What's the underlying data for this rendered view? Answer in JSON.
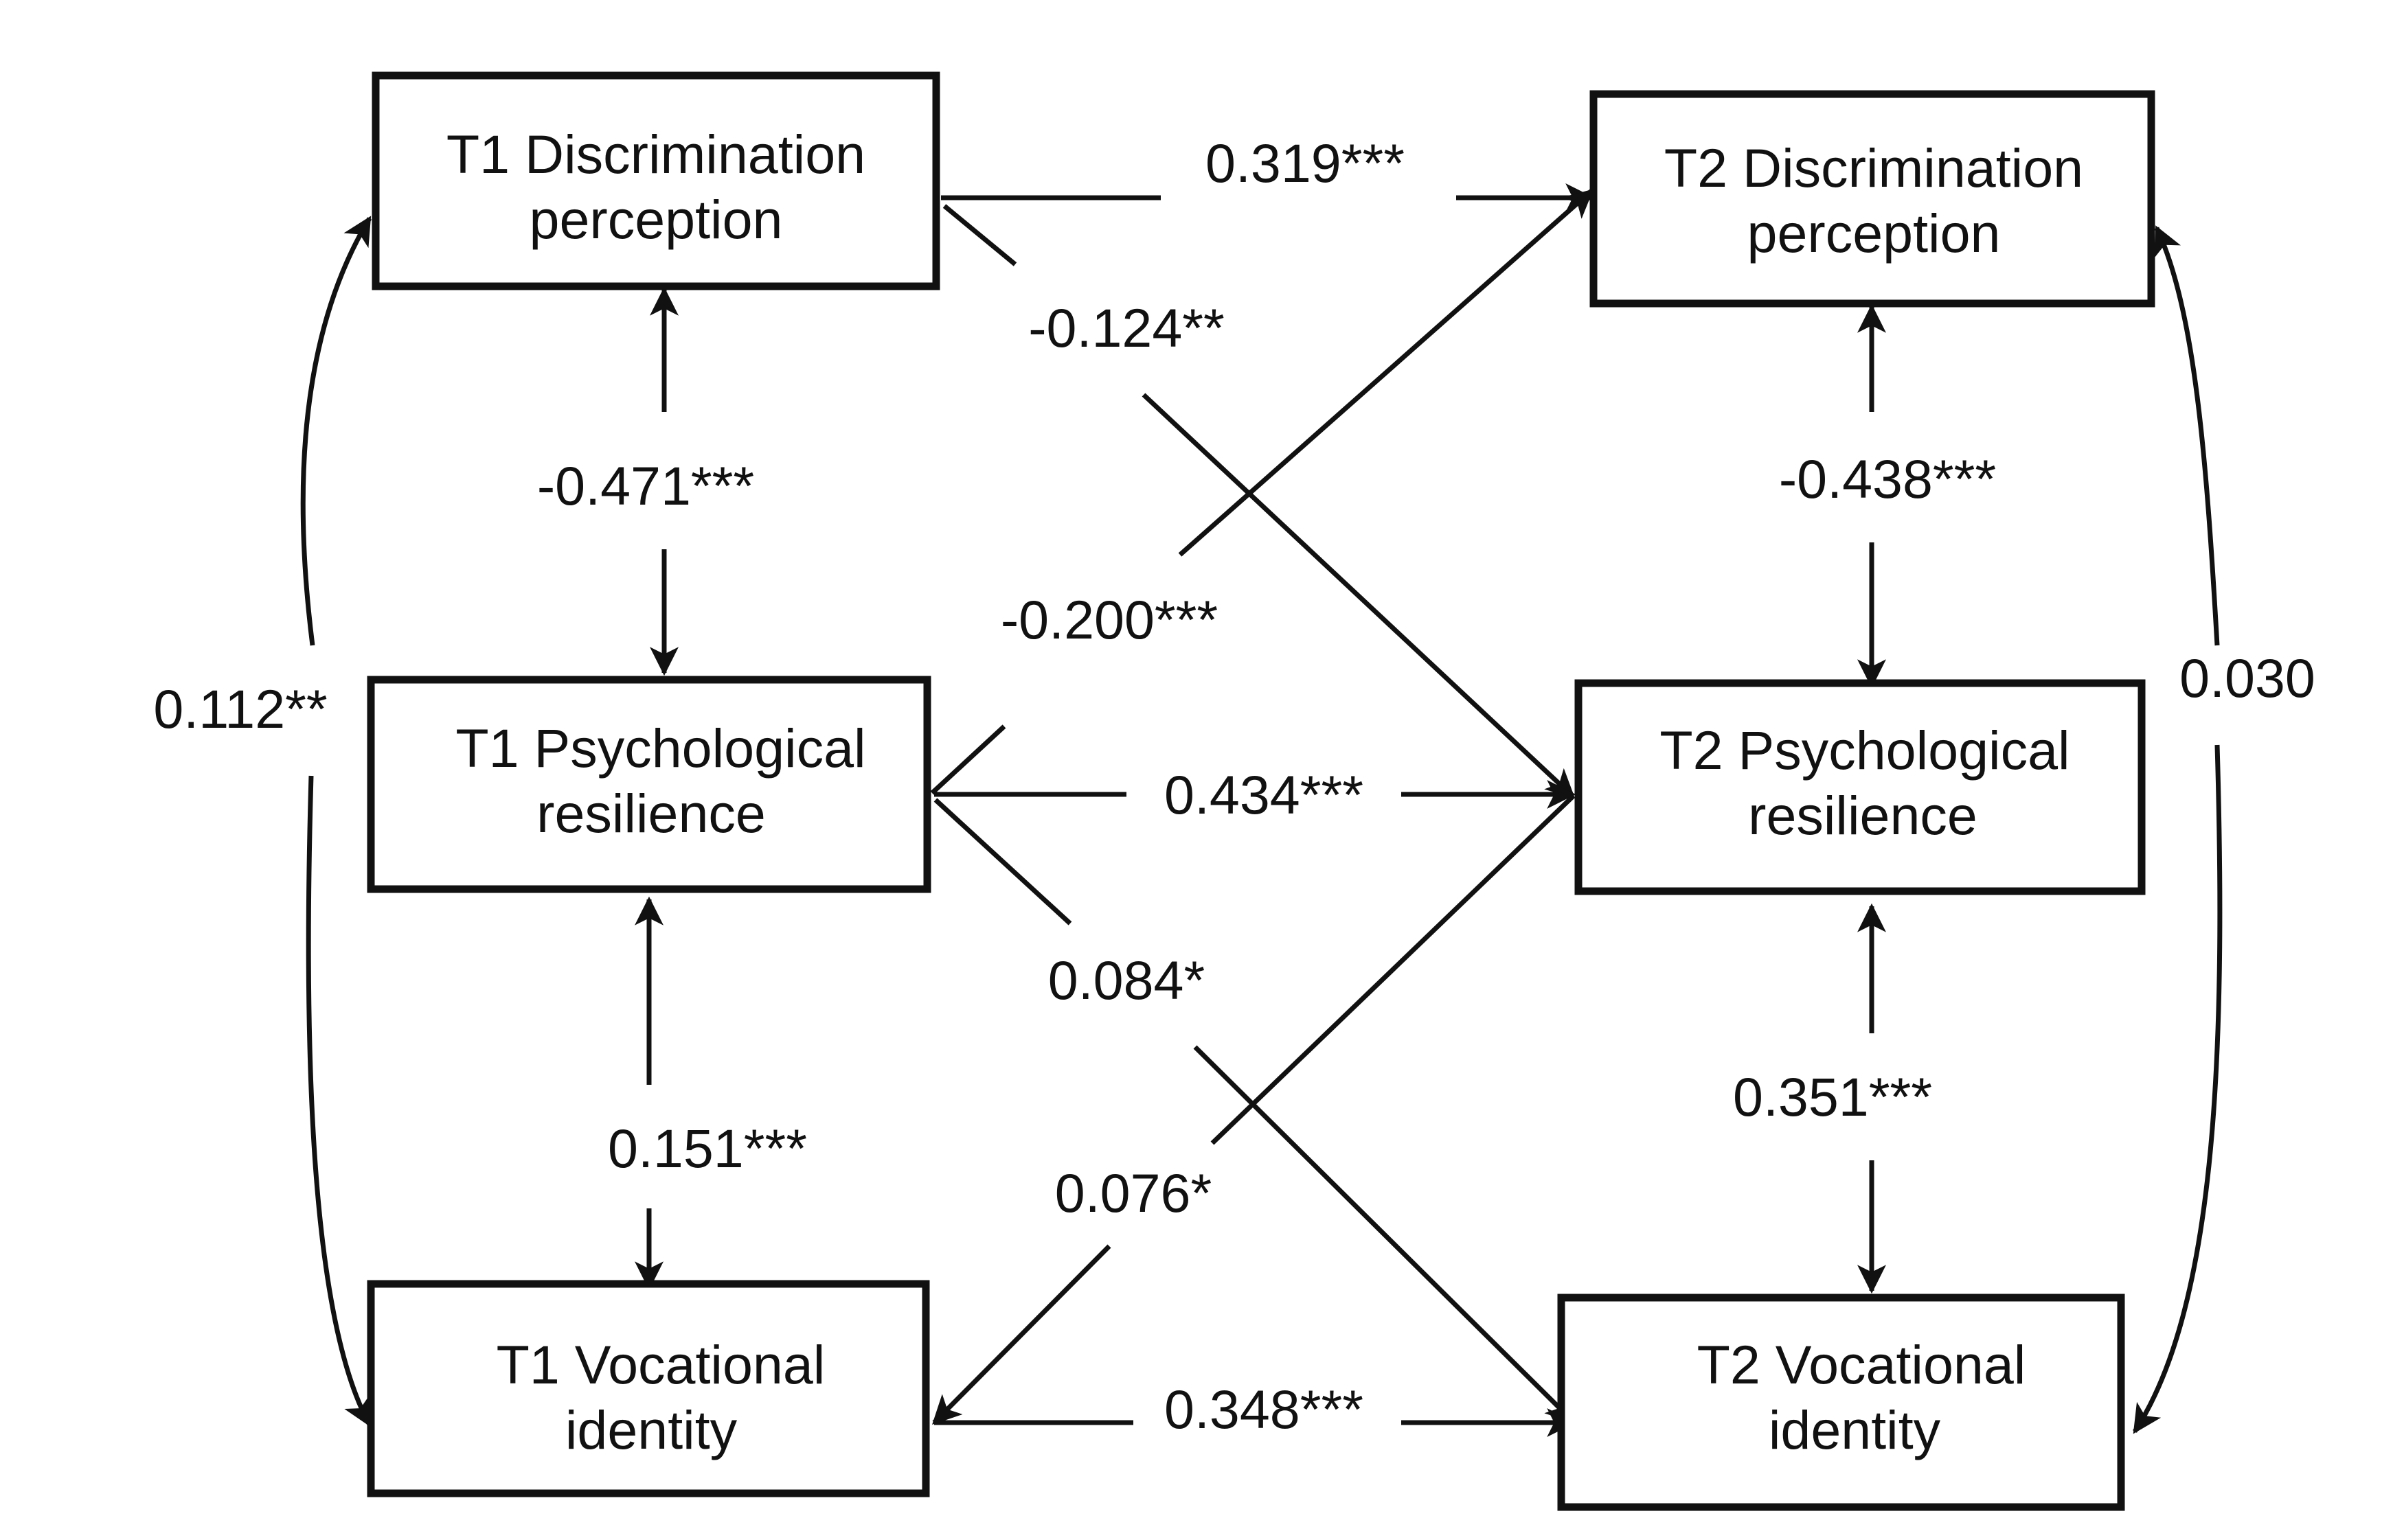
{
  "nodes": {
    "t1_discrimination": {
      "line1": "T1 Discrimination",
      "line2": "perception"
    },
    "t1_resilience": {
      "line1": "T1 Psychological",
      "line2": "resilience"
    },
    "t1_vocational": {
      "line1": "T1 Vocational",
      "line2": "identity"
    },
    "t2_discrimination": {
      "line1": "T2 Discrimination",
      "line2": "perception"
    },
    "t2_resilience": {
      "line1": "T2 Psychological",
      "line2": "resilience"
    },
    "t2_vocational": {
      "line1": "T2 Vocational",
      "line2": "identity"
    }
  },
  "paths": {
    "disc_t1_to_t2": "0.319***",
    "disc_t1_to_res_t2": "-0.124**",
    "res_t1_to_disc_t2": "-0.200***",
    "res_t1_to_t2": "0.434***",
    "res_t1_to_voc_t2": "0.084*",
    "voc_t1_to_res_t2": "0.076*",
    "voc_t1_to_t2": "0.348***"
  },
  "correlations": {
    "t1_disc_res": "-0.471***",
    "t1_res_voc": "0.151***",
    "t1_disc_voc": "0.112**",
    "t2_disc_res": "-0.438***",
    "t2_res_voc": "0.351***",
    "t2_disc_voc": "0.030"
  }
}
